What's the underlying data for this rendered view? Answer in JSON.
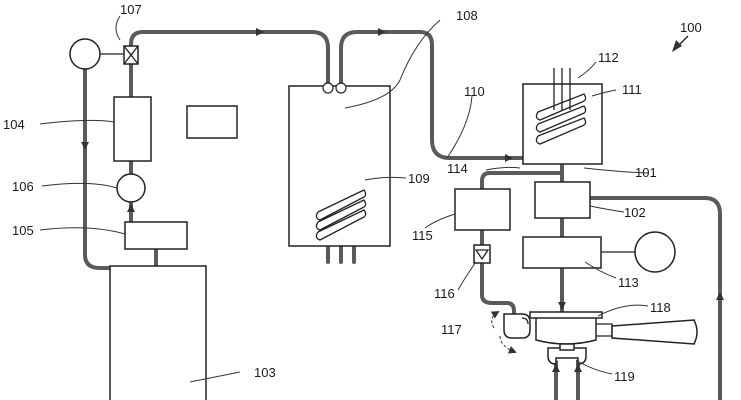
{
  "figure_ref": "100",
  "labels": {
    "l100": "100",
    "l101": "101",
    "l102": "102",
    "l103": "103",
    "l104": "104",
    "l105": "105",
    "l106": "106",
    "l107": "107",
    "l108": "108",
    "l109": "109",
    "l110": "110",
    "l111": "111",
    "l112": "112",
    "l113": "113",
    "l114": "114",
    "l115": "115",
    "l116": "116",
    "l117": "117",
    "l118": "118",
    "l119": "119"
  },
  "colors": {
    "pipe": "#5a5a5a",
    "outline": "#222222",
    "background": "#ffffff"
  }
}
